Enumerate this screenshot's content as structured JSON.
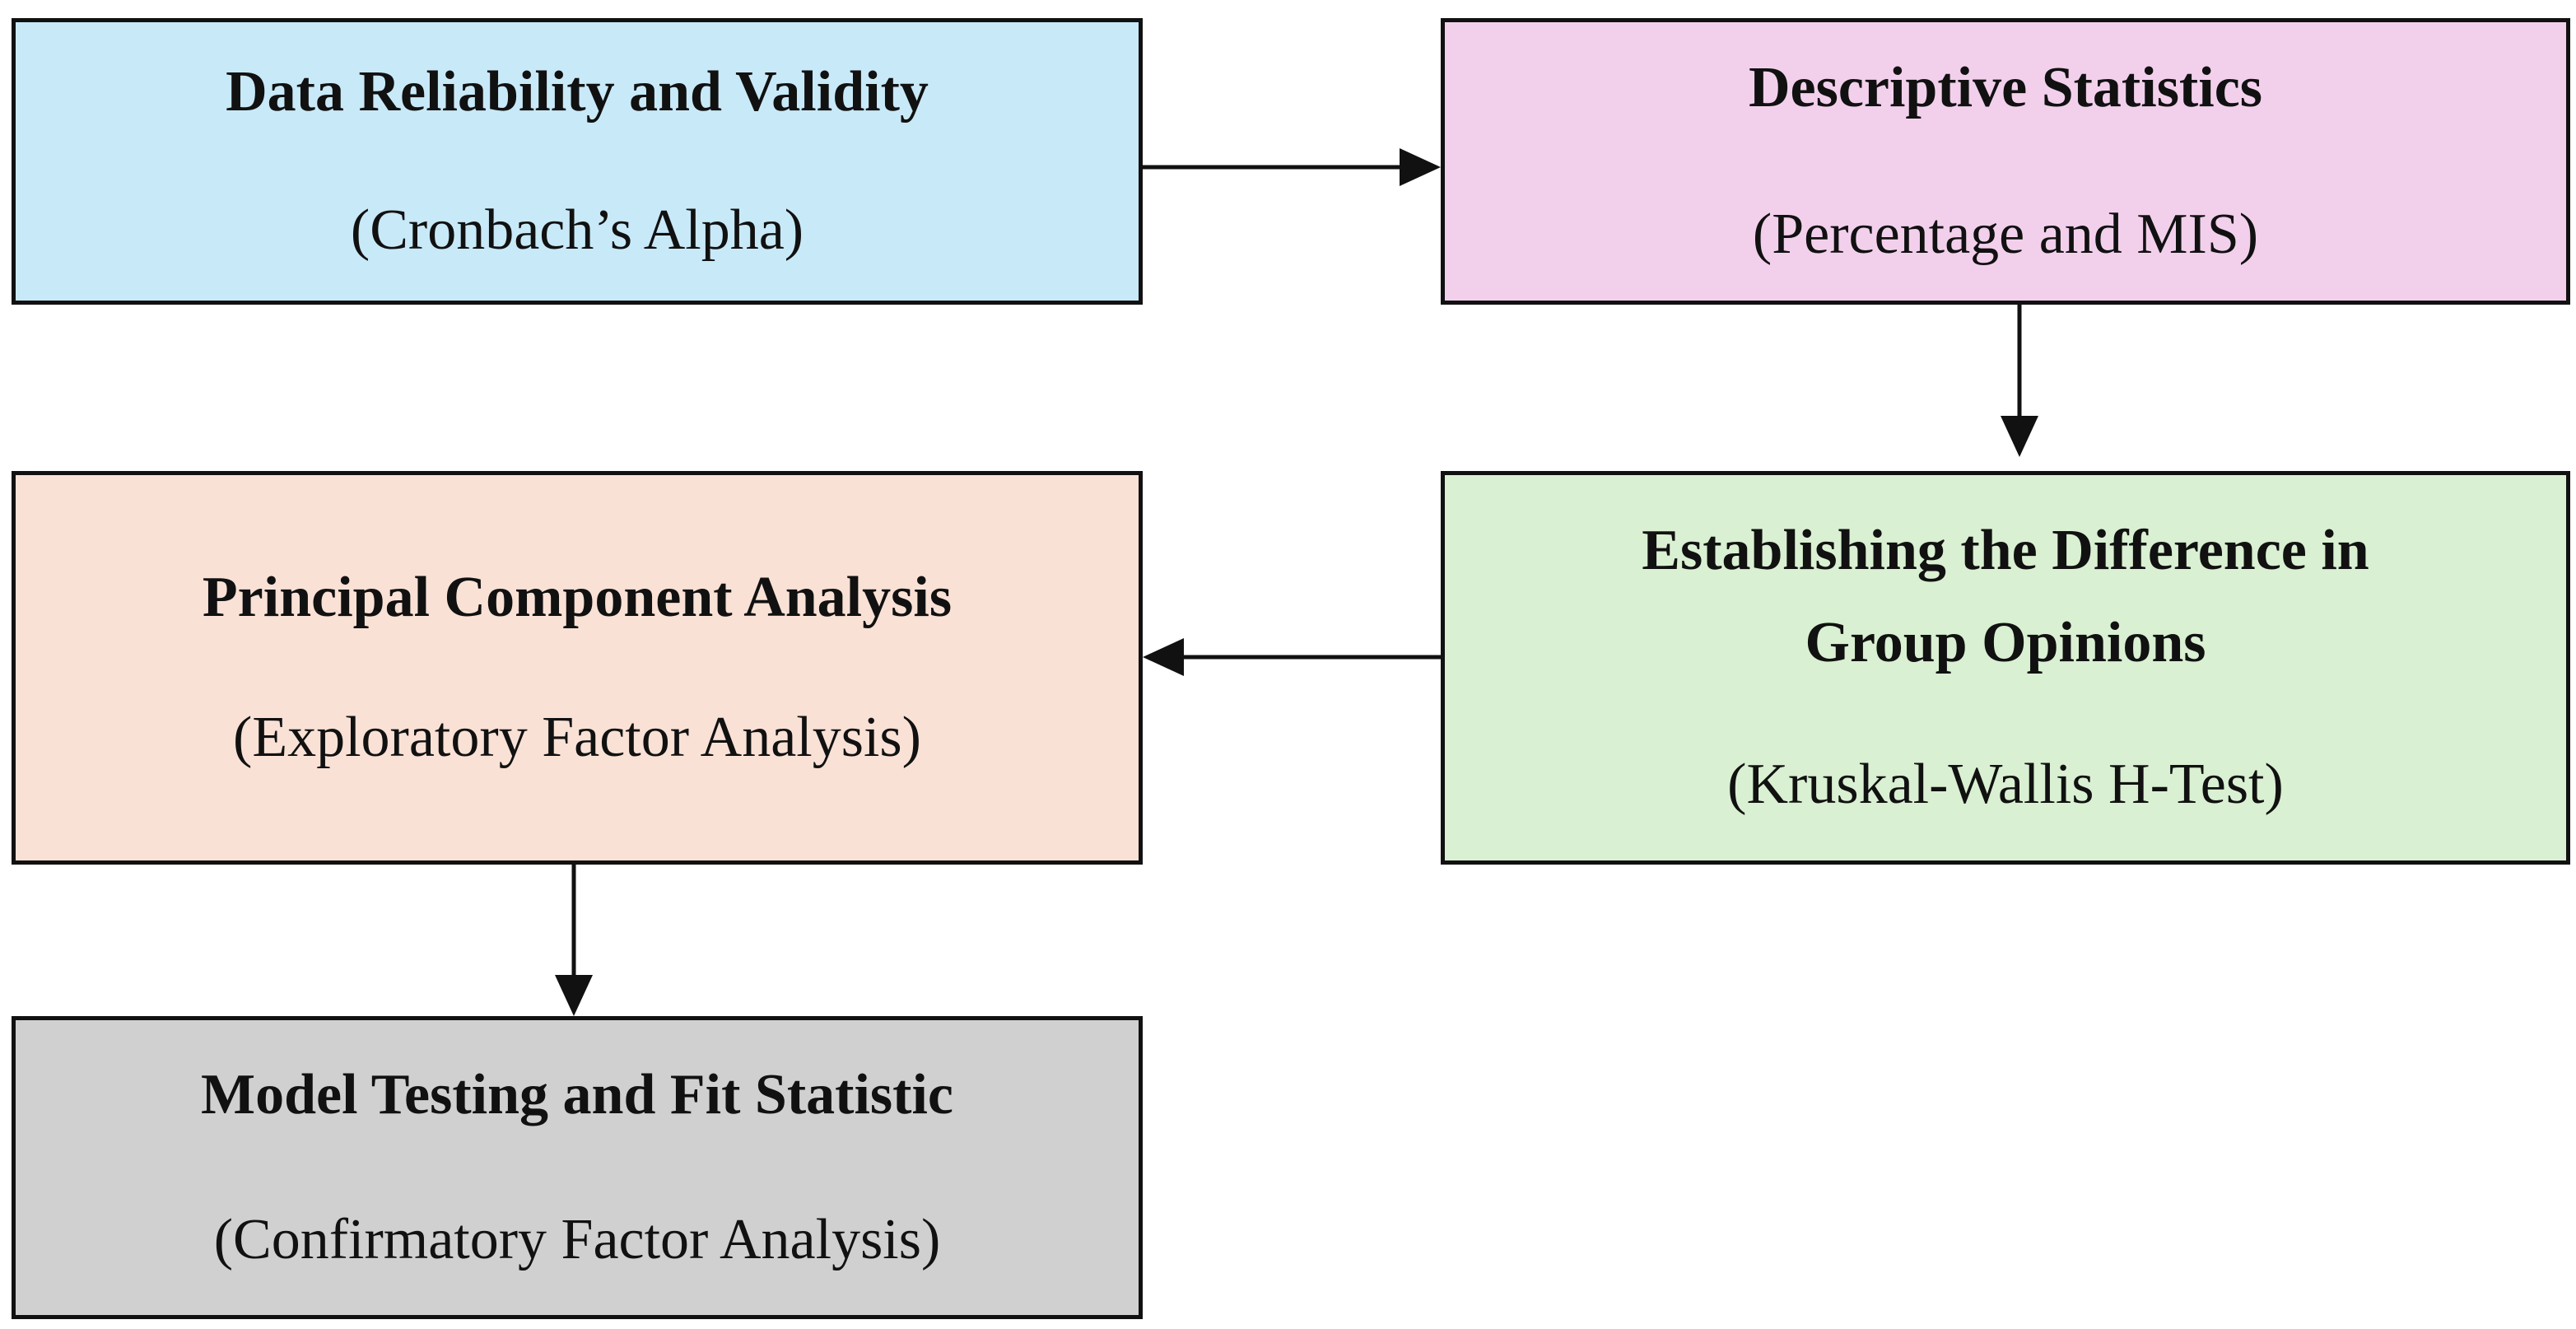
{
  "boxes": {
    "reliability": {
      "title": "Data Reliability and Validity",
      "subtitle": "(Cronbach’s Alpha)",
      "fill": "#c8e9f8"
    },
    "descriptive": {
      "title": "Descriptive Statistics",
      "subtitle": "(Percentage and MIS)",
      "fill": "#f2d0ec"
    },
    "kruskal": {
      "title_line1": "Establishing the Difference in",
      "title_line2": "Group Opinions",
      "subtitle": "(Kruskal-Wallis H-Test)",
      "fill": "#d9f0d2"
    },
    "pca": {
      "title": "Principal Component Analysis",
      "subtitle": "(Exploratory Factor Analysis)",
      "fill": "#f9e1d6"
    },
    "model": {
      "title": "Model Testing and Fit Statistic",
      "subtitle": "(Confirmatory Factor Analysis)",
      "fill": "#d0d0d0"
    }
  },
  "flow": [
    {
      "from": "reliability",
      "to": "descriptive"
    },
    {
      "from": "descriptive",
      "to": "kruskal"
    },
    {
      "from": "kruskal",
      "to": "pca"
    },
    {
      "from": "pca",
      "to": "model"
    }
  ]
}
